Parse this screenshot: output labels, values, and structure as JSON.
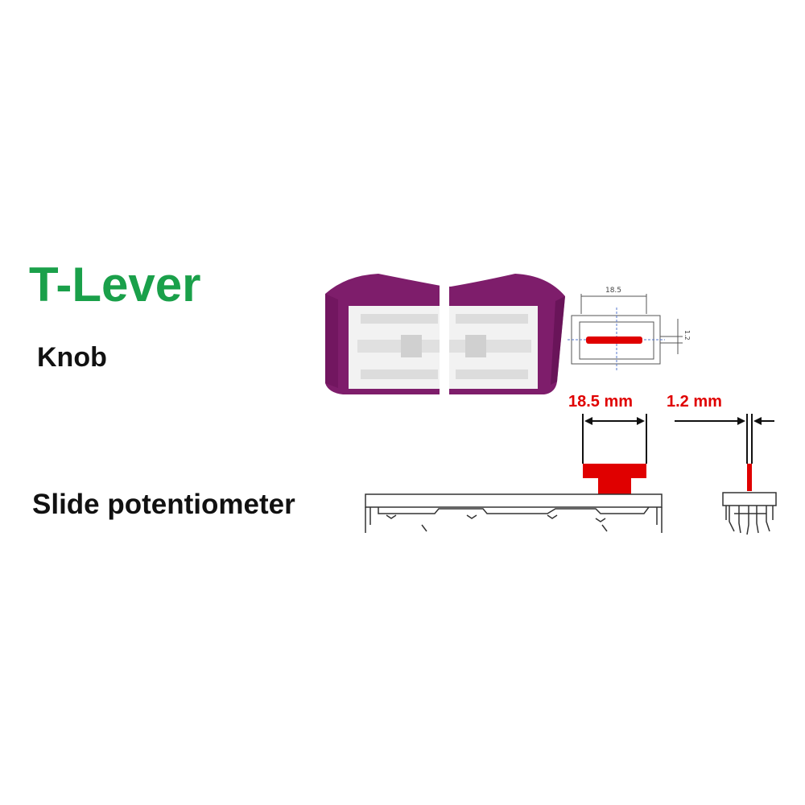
{
  "product": {
    "title": "T-Lever",
    "subtitle": "Knob",
    "base_label": "Slide potentiometer"
  },
  "dimensions": {
    "width_label": "18.5 mm",
    "thickness_label": "1.2 mm",
    "drawing_width_label": "18.5",
    "drawing_thickness_label": "1.2"
  },
  "colors": {
    "title": "#1aa04a",
    "knob_body": "#7e1d6b",
    "knob_insert": "#f2f2f2",
    "dimension": "#e00000",
    "lever": "#e00000",
    "line_art": "#333333"
  }
}
